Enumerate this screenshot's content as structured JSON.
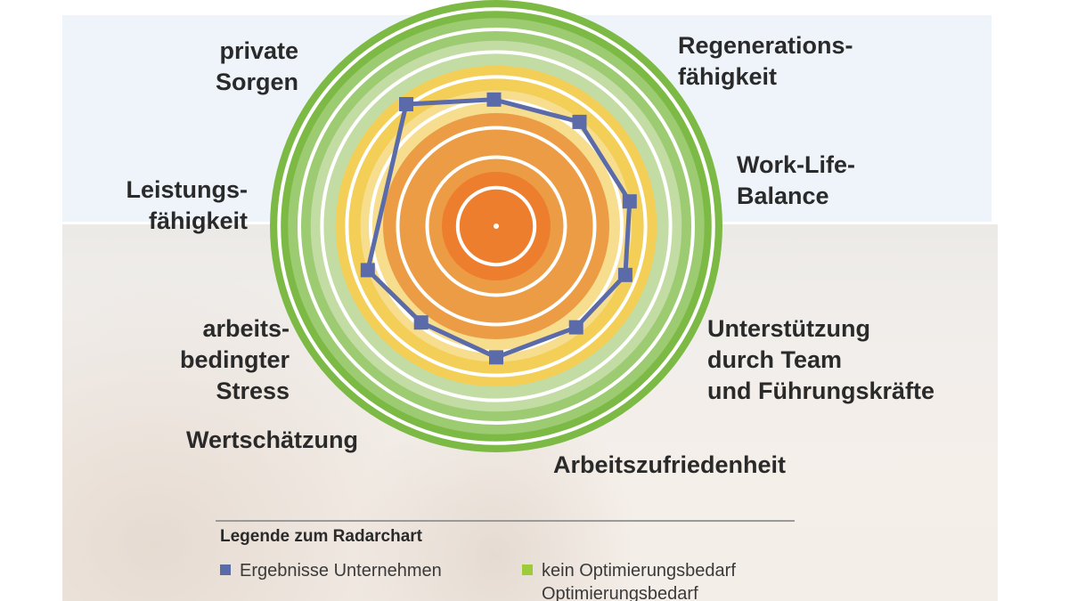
{
  "colors": {
    "series": "#5b6aa8",
    "ring_green": "#7cba45",
    "ring_green_light": "#9ccb72",
    "ring_green_pale": "#c2dca4",
    "ring_yellow": "#f3cf58",
    "ring_yellow_pale": "#f6de8e",
    "ring_orange": "#eb9c45",
    "ring_orange_deep": "#ed7e2e",
    "background_blue": "#eef4fa"
  },
  "chart_data": {
    "type": "radar",
    "title": "",
    "axes": [
      "Regenerations-\nfähigkeit",
      "Work-Life-\nBalance",
      "Unterstützung\ndurch Team\nund Führungskräfte",
      "Arbeitszufriedenheit",
      "Wertschätzung",
      "arbeits-\nbedingter Stress",
      "Leistungs-\nfähigkeit",
      "private\nSorgen"
    ],
    "series": [
      {
        "name": "Ergebnisse Unternehmen",
        "points": [
          {
            "angle_deg": 38.6,
            "value": 0.59
          },
          {
            "angle_deg": 79.5,
            "value": 0.6
          },
          {
            "angle_deg": 110.7,
            "value": 0.61
          },
          {
            "angle_deg": 141.7,
            "value": 0.57
          },
          {
            "angle_deg": 180.0,
            "value": 0.58
          },
          {
            "angle_deg": 217.9,
            "value": 0.54
          },
          {
            "angle_deg": 251.1,
            "value": 0.6
          },
          {
            "angle_deg": 323.6,
            "value": 0.67
          },
          {
            "angle_deg": 359.0,
            "value": 0.56
          }
        ]
      }
    ],
    "scale": {
      "max": 1.0,
      "zones": [
        "kein Optimierungsbedarf",
        "Optimierungsbedarf"
      ]
    },
    "legend": {
      "title": "Legende zum Radarchart",
      "items": [
        {
          "label": "Ergebnisse Unternehmen",
          "color": "#5b6aa8"
        },
        {
          "label": "kein Optimierungsbedarf",
          "color": "#9ccb3c"
        },
        {
          "label": "Optimierungsbedarf",
          "color": "#f3cf28"
        }
      ],
      "placement": "bottom"
    }
  }
}
